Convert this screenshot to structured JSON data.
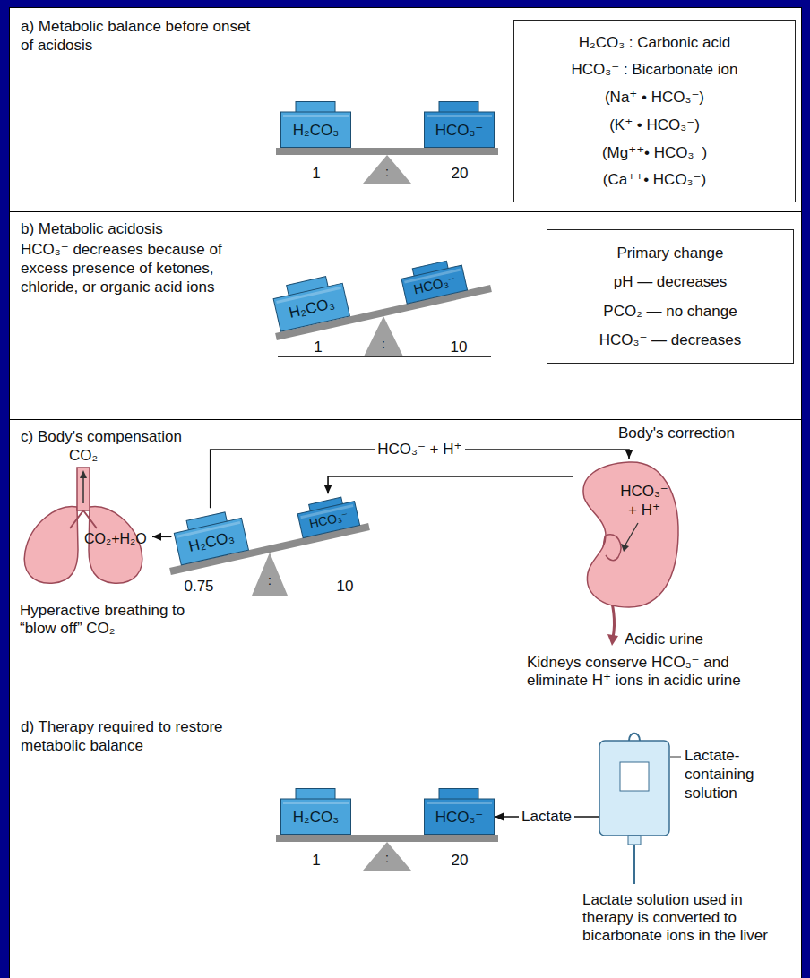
{
  "diagram": {
    "nodes": [
      {
        "text": [
          "a) Metabolic balance before onset of acidosis"
        ]
      },
      {
        "text": [
          "H₂CO₃"
        ],
        "in": 0
      },
      {
        "text": [
          "HCO₃⁻"
        ],
        "in": 0
      },
      {
        "text": [
          "H₂CO₃ : Carbonic acid",
          "HCO₃⁻ : Bicarbonate ion",
          "(Na⁺ • HCO₃⁻)",
          "(K⁺ • HCO₃⁻)",
          "(Mg⁺⁺• HCO₃⁻)",
          "(Ca⁺⁺• HCO₃⁻)"
        ],
        "in": 0
      },
      {
        "text": [
          "b) Metabolic acidosis",
          "HCO₃⁻ decreases because of excess presence of ketones, chloride, or organic acid ions"
        ]
      },
      {
        "text": [
          "H₂CO₃"
        ],
        "in": 4
      },
      {
        "text": [
          "HCO₃⁻"
        ],
        "in": 4
      },
      {
        "text": [
          "Primary change",
          "pH — decreases",
          "PCO₂ — no change",
          "HCO₃⁻ — decreases"
        ],
        "in": 4
      },
      {
        "text": [
          "c) Body's compensation"
        ]
      },
      {
        "text": [
          "CO₂",
          "CO₂+H₂O"
        ],
        "in": 8
      },
      {
        "text": [
          "H₂CO₃"
        ],
        "in": 8
      },
      {
        "text": [
          "HCO₃⁻"
        ],
        "in": 8
      },
      {
        "text": [
          "HCO₃⁻ + H⁺"
        ],
        "in": 8
      },
      {
        "text": [
          "d) Therapy required to restore metabolic balance"
        ]
      },
      {
        "text": [
          "H₂CO₃"
        ],
        "in": 13
      },
      {
        "text": [
          "HCO₃⁻"
        ],
        "in": 13
      },
      {
        "text": [
          "Lactate-containing solution"
        ],
        "in": 13
      }
    ],
    "edges": [
      {
        "from": 10,
        "to": 9,
        "arrow": "to"
      },
      {
        "from": 10,
        "to": 12,
        "label": "HCO₃⁻ + H⁺",
        "arrow": "to"
      },
      {
        "from": 12,
        "to": 11,
        "arrow": "to"
      },
      {
        "from": 16,
        "to": 15,
        "label": "Lactate",
        "arrow": "to"
      }
    ],
    "labels": [
      "1",
      ":",
      "20",
      "1",
      ":",
      "10",
      "Body's correction",
      "0.75",
      ":",
      "10",
      "Hyperactive breathing to “blow off” CO₂",
      "Acidic urine",
      "Kidneys conserve HCO₃⁻ and eliminate H⁺ ions in acidic urine",
      "1",
      ":",
      "20",
      "Lactate solution used in therapy is converted to bicarbonate ions in the liver"
    ]
  }
}
